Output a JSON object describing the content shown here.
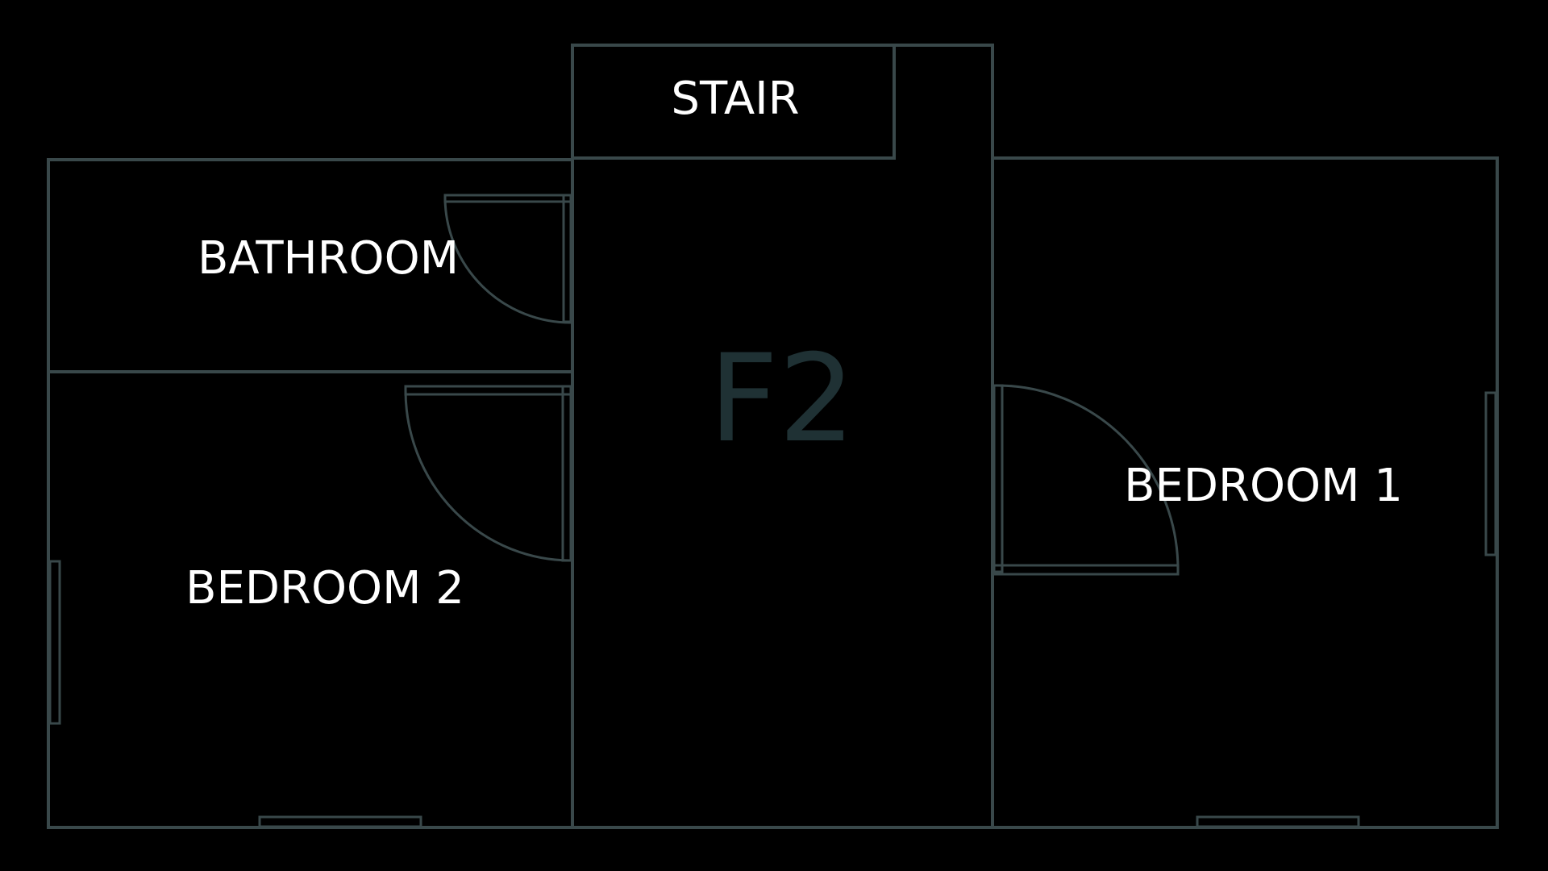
{
  "floor": {
    "label": "F2"
  },
  "rooms": {
    "stair": "STAIR",
    "bathroom": "BATHROOM",
    "bedroom_2": "BEDROOM 2",
    "bedroom_1": "BEDROOM 1"
  },
  "colors": {
    "background": "#000000",
    "wall": "#39484a",
    "room_label": "#ffffff",
    "floor_label": "#1f3134"
  }
}
